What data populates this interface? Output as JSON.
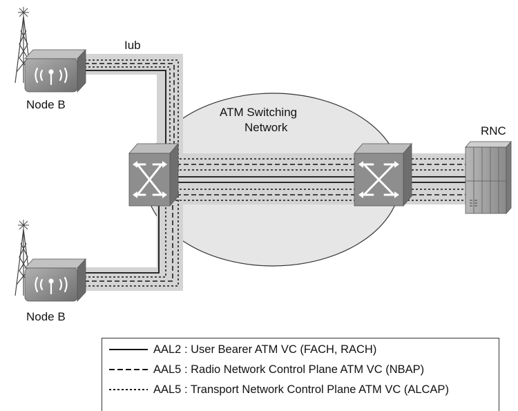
{
  "labels": {
    "iub": "Iub",
    "node_b_top": "Node B",
    "node_b_bottom": "Node B",
    "atm_network_line1": "ATM Switching",
    "atm_network_line2": "Network",
    "rnc": "RNC"
  },
  "legend": {
    "items": [
      {
        "line_style": "solid",
        "text": "AAL2 : User Bearer ATM VC (FACH, RACH)"
      },
      {
        "line_style": "dashed",
        "text": "AAL5 : Radio Network Control Plane ATM VC (NBAP)"
      },
      {
        "line_style": "dotted",
        "text": "AAL5 : Transport Network Control Plane ATM VC (ALCAP)"
      }
    ]
  },
  "colors": {
    "trunk": "#d4d4d4",
    "cloud": "#e6e6e6",
    "device": "#8e8e8e",
    "line": "#111111"
  },
  "icons": {
    "node_b": "radio-waves-icon",
    "tower": "antenna-tower-icon",
    "switch": "atm-switch-icon",
    "rnc": "rnc-rack-icon"
  }
}
